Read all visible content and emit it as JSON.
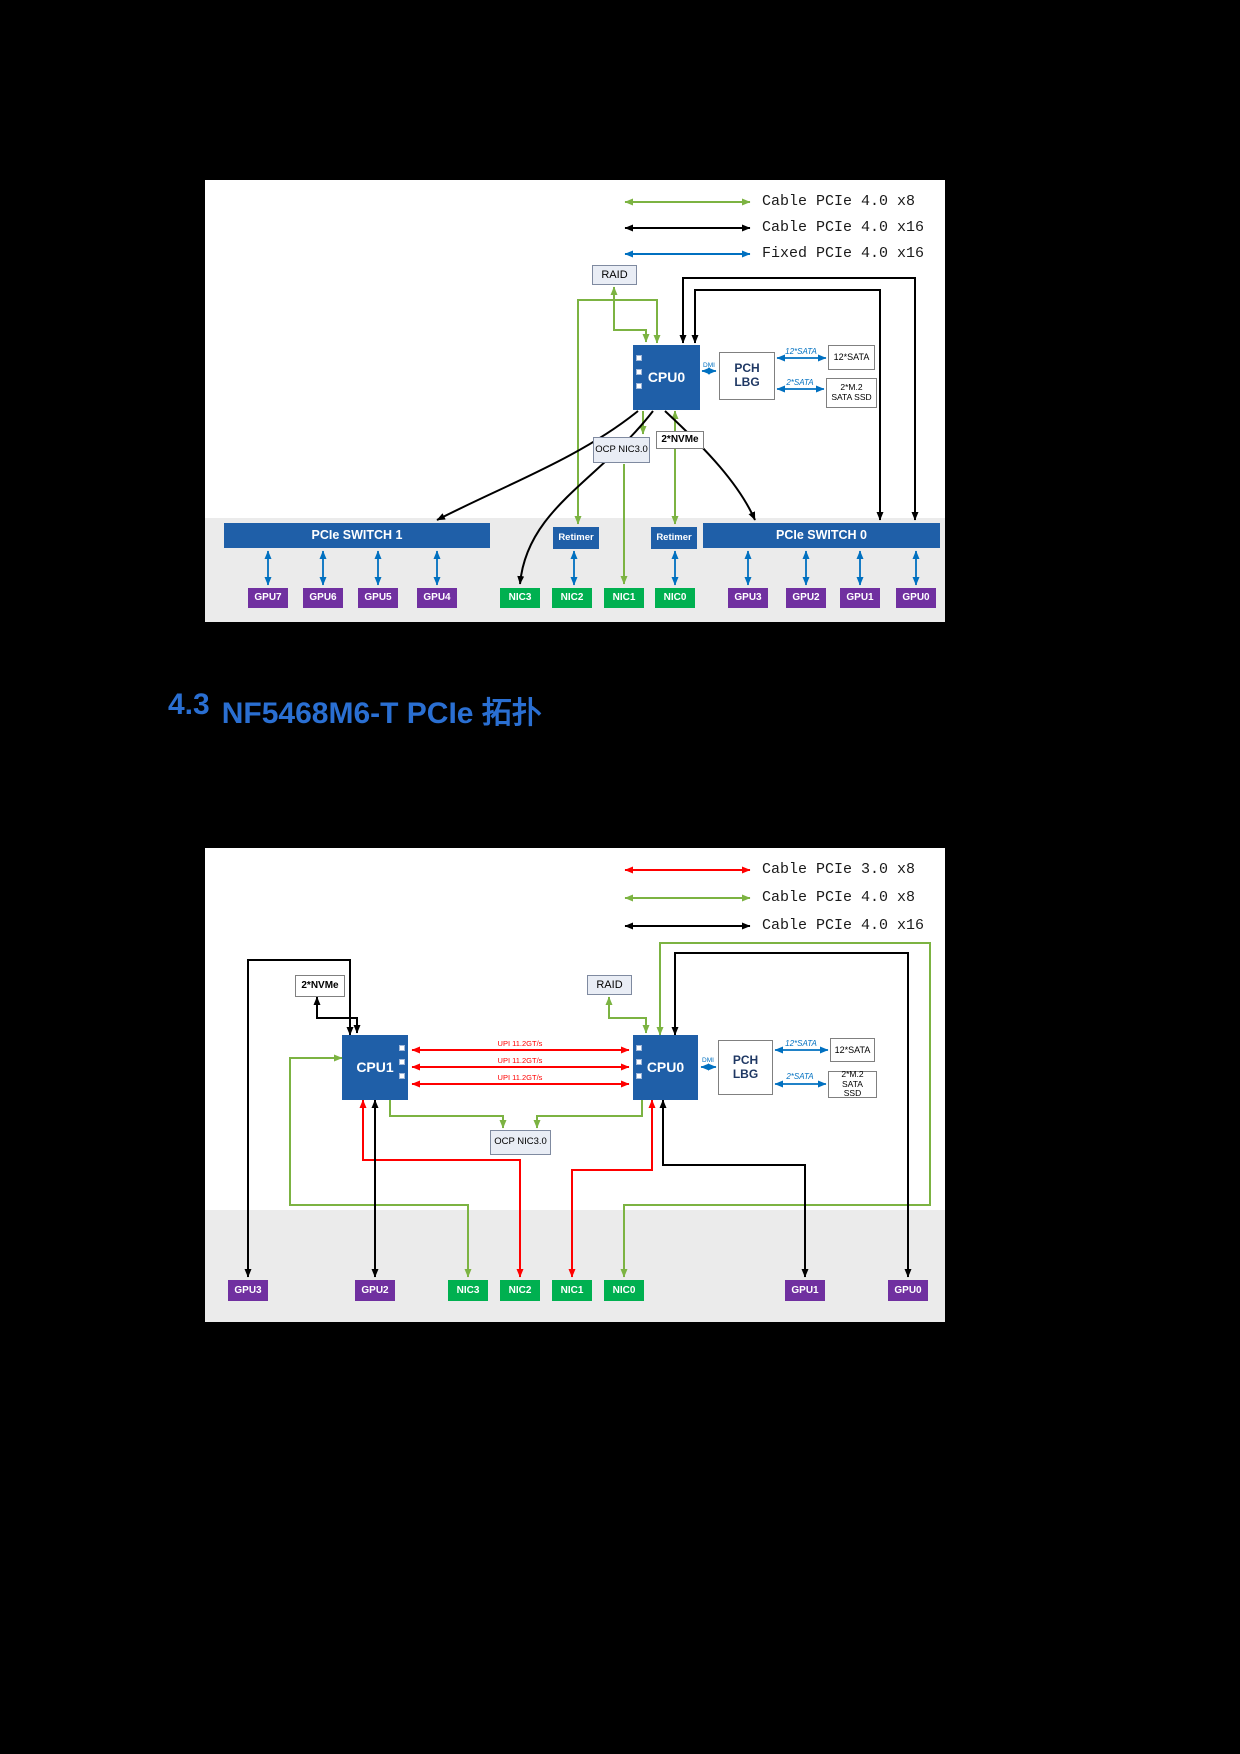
{
  "page": {
    "heading": {
      "number": "4.3",
      "title": "NF5468M6-T PCIe 拓扑"
    }
  },
  "colors": {
    "cable_green": "#7cb342",
    "cable_black": "#000000",
    "cable_red": "#ff0000",
    "fixed_blue": "#0070c0",
    "switch_blue": "#1f5fa8",
    "gpu_purple": "#7030a0",
    "nic_green": "#00b050",
    "heading_blue": "#2a6fd2"
  },
  "diagram_top": {
    "legend": [
      {
        "label": "Cable PCIe 4.0 x8",
        "color": "#7cb342"
      },
      {
        "label": "Cable PCIe 4.0 x16",
        "color": "#000000"
      },
      {
        "label": "Fixed PCIe 4.0 x16",
        "color": "#0070c0"
      }
    ],
    "boxes": {
      "raid": "RAID",
      "cpu0": "CPU0",
      "pch": "PCH LBG",
      "sata12": "12*SATA",
      "m2ssd": "2*M.2 SATA SSD",
      "ocp": "OCP NIC3.0",
      "nvme": "2*NVMe",
      "switch1": "PCIe SWITCH 1",
      "switch0": "PCIe SWITCH 0",
      "retimer_left": "Retimer",
      "retimer_right": "Retimer"
    },
    "link_labels": {
      "dmi": "DMI",
      "sata12": "12*SATA",
      "sata2": "2*SATA"
    },
    "gpus_left": [
      "GPU7",
      "GPU6",
      "GPU5",
      "GPU4"
    ],
    "nics": [
      "NIC3",
      "NIC2",
      "NIC1",
      "NIC0"
    ],
    "gpus_right": [
      "GPU3",
      "GPU2",
      "GPU1",
      "GPU0"
    ]
  },
  "diagram_bottom": {
    "legend": [
      {
        "label": "Cable PCIe 3.0 x8",
        "color": "#ff0000"
      },
      {
        "label": "Cable PCIe 4.0 x8",
        "color": "#7cb342"
      },
      {
        "label": "Cable PCIe 4.0 x16",
        "color": "#000000"
      }
    ],
    "boxes": {
      "nvme": "2*NVMe",
      "raid": "RAID",
      "cpu1": "CPU1",
      "cpu0": "CPU0",
      "pch": "PCH LBG",
      "sata12": "12*SATA",
      "m2ssd": "2*M.2 SATA SSD",
      "ocp": "OCP NIC3.0"
    },
    "link_labels": {
      "dmi": "DMI",
      "sata12": "12*SATA",
      "sata2": "2*SATA",
      "upi": [
        "UPI 11.2GT/s",
        "UPI 11.2GT/s",
        "UPI 11.2GT/s"
      ]
    },
    "devices": [
      "GPU3",
      "GPU2",
      "NIC3",
      "NIC2",
      "NIC1",
      "NIC0",
      "GPU1",
      "GPU0"
    ]
  }
}
